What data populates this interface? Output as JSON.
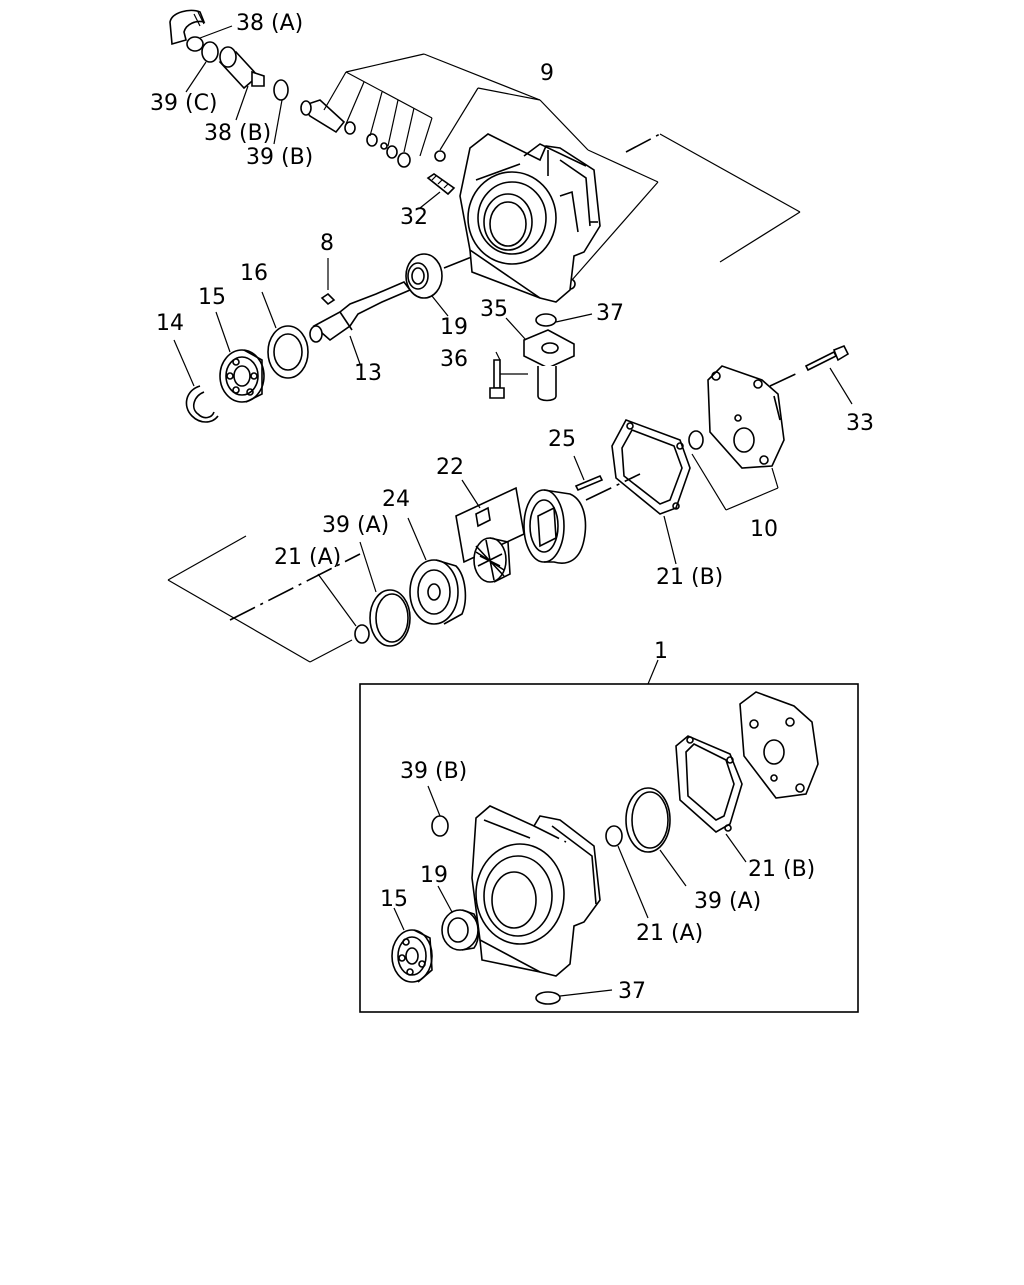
{
  "callouts": {
    "p38a": "38 (A)",
    "p39c": "39 (C)",
    "p38b": "38 (B)",
    "p39b": "39 (B)",
    "p9": "9",
    "p32": "32",
    "p8": "8",
    "p16": "16",
    "p15": "15",
    "p14": "14",
    "p13": "13",
    "p19": "19",
    "p35": "35",
    "p37": "37",
    "p36": "36",
    "p33": "33",
    "p25": "25",
    "p22": "22",
    "p24": "24",
    "p39a": "39 (A)",
    "p21a": "21 (A)",
    "p21b": "21 (B)",
    "p10": "10",
    "p1": "1"
  },
  "kit_callouts": {
    "p39b": "39 (B)",
    "p19": "19",
    "p15": "15",
    "p21b": "21 (B)",
    "p39a": "39 (A)",
    "p21a": "21 (A)",
    "p37": "37"
  }
}
